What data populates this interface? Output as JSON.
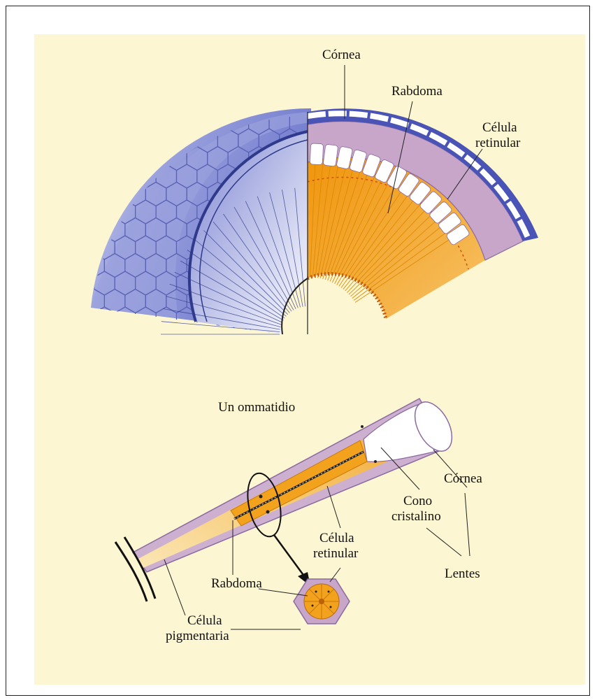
{
  "top_diagram": {
    "cornea_label": "Córnea",
    "rhabdom_label": "Rabdoma",
    "retinular_label_line1": "Célula",
    "retinular_label_line2": "retinular"
  },
  "bottom_diagram": {
    "title": "Un ommatidio",
    "cornea_label": "Córnea",
    "cone_label_line1": "Cono",
    "cone_label_line2": "cristalino",
    "retinular_label_line1": "Célula",
    "retinular_label_line2": "retinular",
    "lenses_label": "Lentes",
    "rhabdom_label": "Rabdoma",
    "pigment_label_line1": "Célula",
    "pigment_label_line2": "pigmentaria"
  },
  "colors": {
    "background": "#fdf6d2",
    "facets_blue": "#8c95d8",
    "dark_blue": "#3f47a8",
    "retinula_orange": "#f3a21e",
    "pigment_lilac": "#b89ac0",
    "rhabdom_dark": "#c0580a"
  }
}
